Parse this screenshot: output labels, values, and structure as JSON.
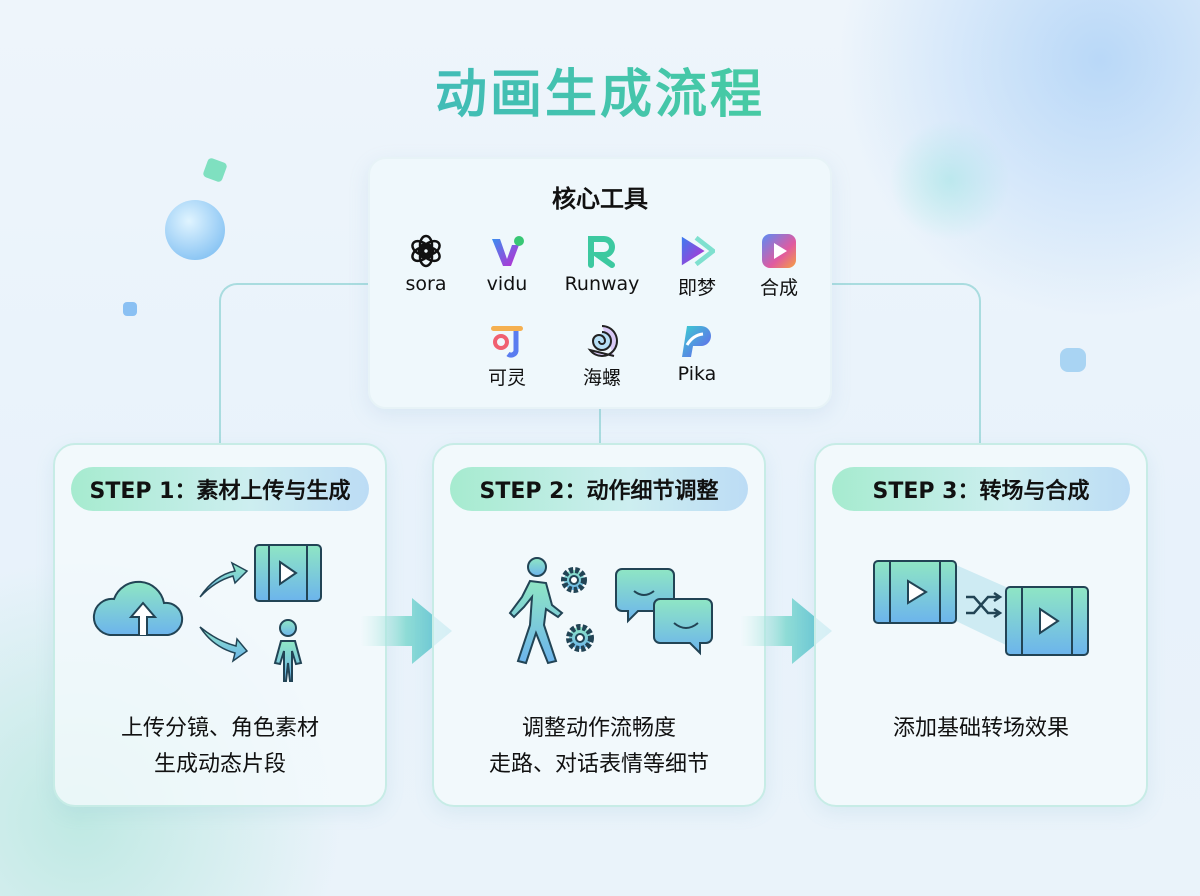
{
  "title": "动画生成流程",
  "tools": {
    "heading": "核心工具",
    "items": [
      {
        "name": "sora",
        "icon": "openai-knot-icon"
      },
      {
        "name": "vidu",
        "icon": "vidu-v-icon"
      },
      {
        "name": "Runway",
        "icon": "runway-r-icon"
      },
      {
        "name": "即梦",
        "icon": "jimeng-play-icon"
      },
      {
        "name": "合成",
        "icon": "compose-play-icon"
      },
      {
        "name": "可灵",
        "icon": "kling-icon"
      },
      {
        "name": "海螺",
        "icon": "hailuo-shell-icon"
      },
      {
        "name": "Pika",
        "icon": "pika-p-icon"
      }
    ]
  },
  "steps": [
    {
      "label": "STEP 1：素材上传与生成",
      "lines": [
        "上传分镜、角色素材",
        "生成动态片段"
      ]
    },
    {
      "label": "STEP 2：动作细节调整",
      "lines": [
        "调整动作流畅度",
        "走路、对话表情等细节"
      ]
    },
    {
      "label": "STEP 3：转场与合成",
      "lines": [
        "添加基础转场效果"
      ]
    }
  ],
  "colors": {
    "accent_teal": "#46c9a6",
    "accent_blue": "#3aa8d0"
  }
}
